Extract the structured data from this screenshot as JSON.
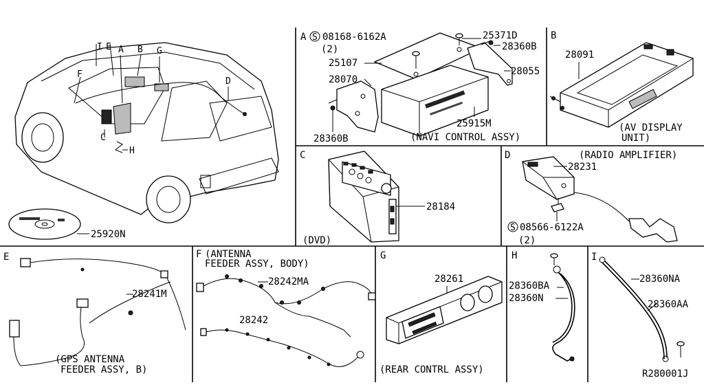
{
  "panels": {
    "main": {
      "letters": [
        "I",
        "E",
        "A",
        "B",
        "G",
        "F",
        "D",
        "C",
        "H"
      ],
      "part_disc": "25920N"
    },
    "a": {
      "letter": "A",
      "screw_symbol": "S",
      "screw_part": "08168-6162A",
      "screw_qty": "(2)",
      "parts": [
        "25371D",
        "28360B",
        "25107",
        "28070",
        "28055",
        "28360B",
        "25915M"
      ],
      "caption": "(NAVI CONTROL ASSY)"
    },
    "b": {
      "letter": "B",
      "part": "28091",
      "caption_line1": "(AV DISPLAY",
      "caption_line2": "UNIT)"
    },
    "c": {
      "letter": "C",
      "part": "28184",
      "caption": "(DVD)"
    },
    "d": {
      "letter": "D",
      "caption": "(RADIO AMPLIFIER)",
      "part": "28231",
      "screw_symbol": "S",
      "screw_part": "08566-6122A",
      "screw_qty": "(2)"
    },
    "e": {
      "letter": "E",
      "part": "28241M",
      "caption_line1": "(GPS ANTENNA",
      "caption_line2": "FEEDER ASSY, B)"
    },
    "f": {
      "letter": "F",
      "caption_line1": "(ANTENNA",
      "caption_line2": "FEEDER ASSY, BODY)",
      "part_a": "28242MA",
      "part_b": "28242"
    },
    "g": {
      "letter": "G",
      "part": "28261",
      "caption": "(REAR CONTRL ASSY)"
    },
    "h": {
      "letter": "H",
      "part_a": "28360BA",
      "part_b": "28360N"
    },
    "i": {
      "letter": "I",
      "part_a": "28360NA",
      "part_b": "28360AA",
      "drawing_no": "R280001J"
    }
  },
  "colors": {
    "ink": "#000000",
    "paper": "#ffffff"
  }
}
